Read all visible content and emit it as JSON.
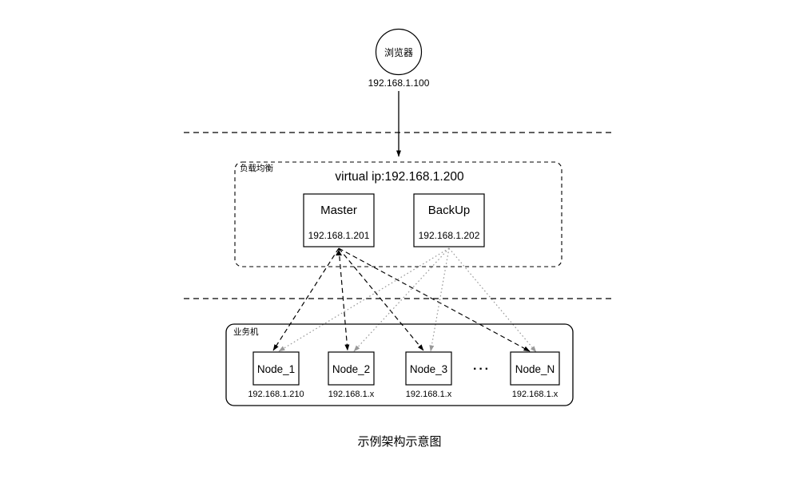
{
  "diagram": {
    "title": "示例架构示意图",
    "client": {
      "label": "浏览器",
      "ip": "192.168.1.100"
    },
    "load_balancer": {
      "group_label": "负载均衡",
      "virtual_ip": "virtual ip:192.168.1.200",
      "nodes": [
        {
          "label": "Master",
          "ip": "192.168.1.201"
        },
        {
          "label": "BackUp",
          "ip": "192.168.1.202"
        }
      ]
    },
    "backend": {
      "group_label": "业务机",
      "ellipsis": "···",
      "nodes": [
        {
          "label": "Node_1",
          "ip": "192.168.1.210"
        },
        {
          "label": "Node_2",
          "ip": "192.168.1.x"
        },
        {
          "label": "Node_3",
          "ip": "192.168.1.x"
        },
        {
          "label": "Node_N",
          "ip": "192.168.1.x"
        }
      ]
    },
    "colors": {
      "stroke": "#000000",
      "backup_link": "#999999",
      "background": "#ffffff"
    }
  }
}
